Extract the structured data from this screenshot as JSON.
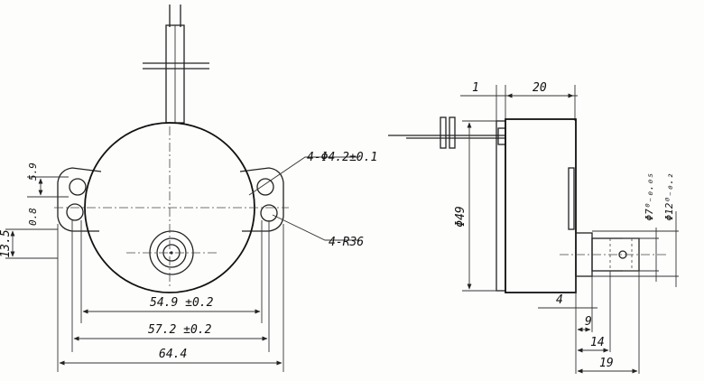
{
  "front_view": {
    "dimensions": {
      "hole_dia": "4-Φ4.2±0.1",
      "ear_radius": "4-R36",
      "hole_dist_inner": "54.9 ±0.2",
      "hole_dist_outer": "57.2 ±0.2",
      "overall_width": "64.4",
      "ear_height": "13.5",
      "hole_offset_top": "5.9",
      "hole_offset_small": "0.8"
    }
  },
  "side_view": {
    "dimensions": {
      "body_dia": "Φ49",
      "flange_thk": "1",
      "body_depth": "20",
      "shaft_dia": "Φ7⁰₋₀.₀₅",
      "boss_dia": "Φ12⁰₋₀.₂",
      "shaft_d4": "4",
      "shaft_d9": "9",
      "shaft_d14": "14",
      "shaft_d19": "19"
    }
  }
}
